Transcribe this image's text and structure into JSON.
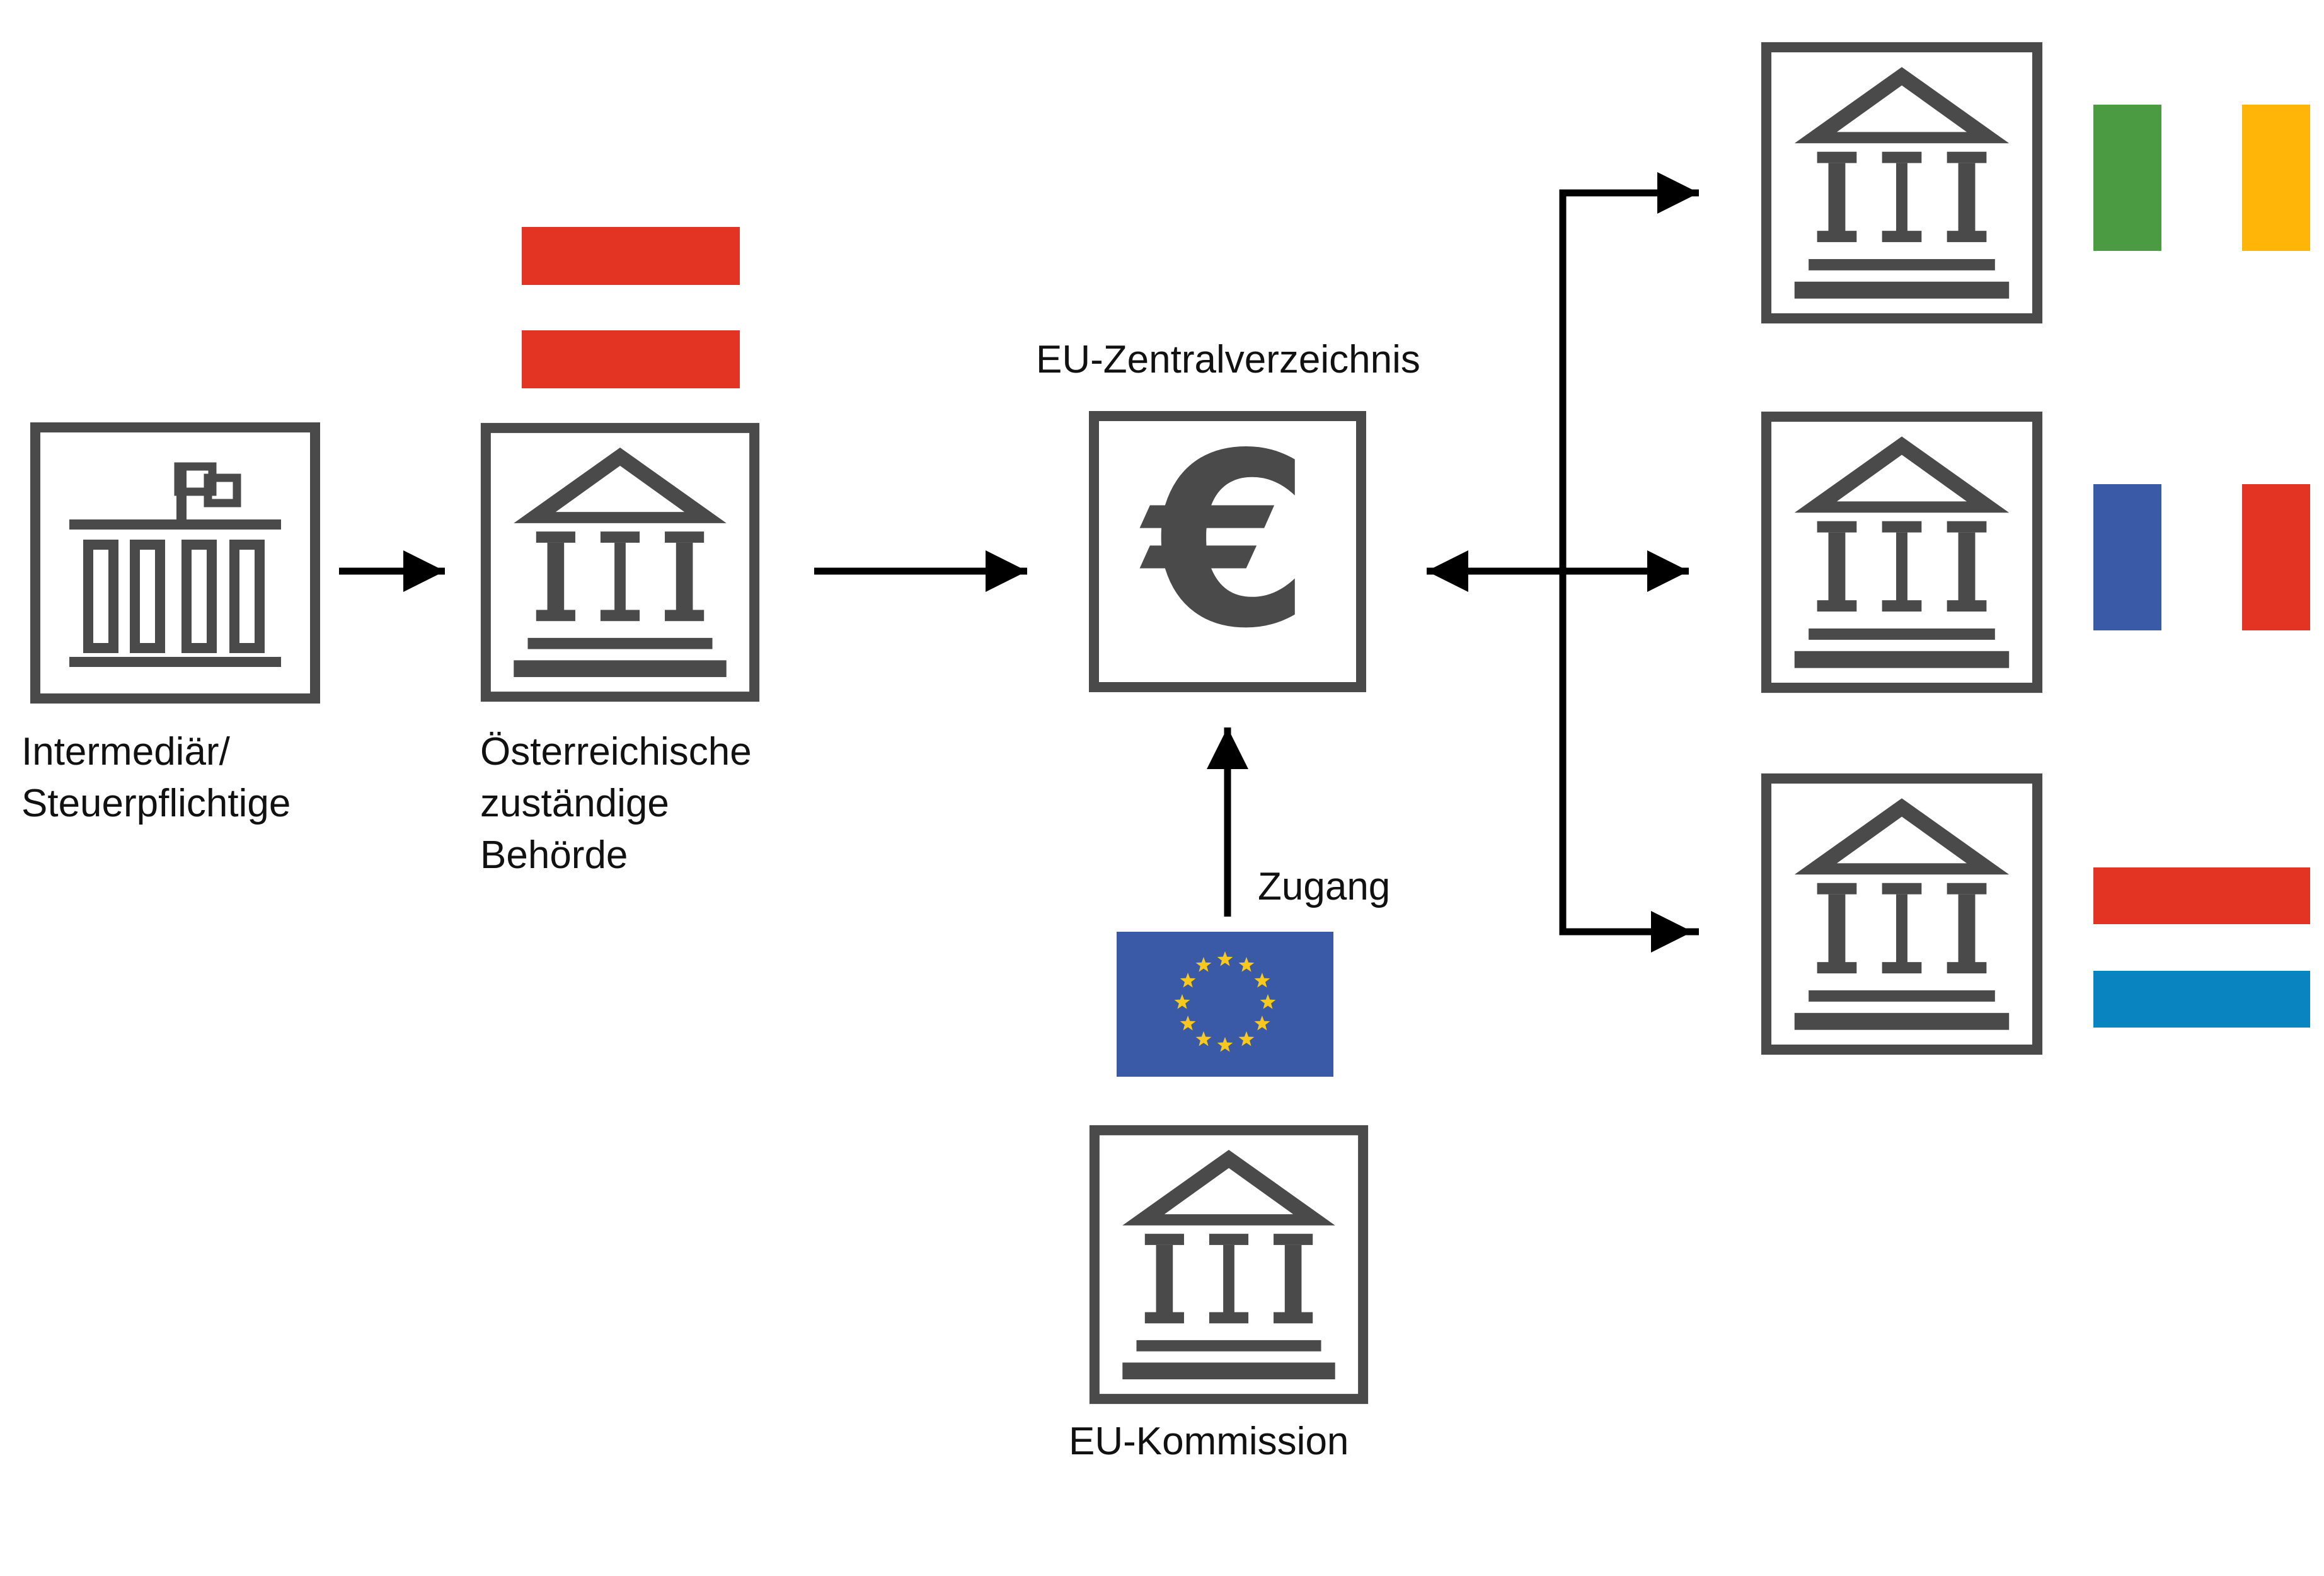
{
  "labels": {
    "intermediary": [
      "Intermediär/",
      "Steuerpflichtige"
    ],
    "austrian_authority": [
      "Österreichische",
      "zuständige",
      "Behörde"
    ],
    "central_registry": "EU-Zentralverzeichnis",
    "access": "Zugang",
    "commission": "EU-Kommission",
    "euro_symbol": "€"
  },
  "nodes": [
    {
      "id": "intermediary",
      "icon": "office-building-icon"
    },
    {
      "id": "austrian-authority",
      "icon": "government-building-icon",
      "flag": "austria"
    },
    {
      "id": "eu-central-registry",
      "icon": "euro-icon"
    },
    {
      "id": "eu-commission",
      "icon": "government-building-icon",
      "flag": "european-union"
    },
    {
      "id": "member-state-authority-1",
      "icon": "government-building-icon",
      "flag": "green-white-yellow"
    },
    {
      "id": "member-state-authority-2",
      "icon": "government-building-icon",
      "flag": "france"
    },
    {
      "id": "member-state-authority-3",
      "icon": "government-building-icon",
      "flag": "netherlands"
    }
  ],
  "edges": [
    {
      "from": "intermediary",
      "to": "austrian-authority"
    },
    {
      "from": "austrian-authority",
      "to": "eu-central-registry"
    },
    {
      "from": "eu-commission",
      "to": "eu-central-registry",
      "label": "Zugang"
    },
    {
      "from": "eu-central-registry",
      "to": "member-state-authority-1",
      "bidirectional": true
    },
    {
      "from": "eu-central-registry",
      "to": "member-state-authority-2",
      "bidirectional": true
    },
    {
      "from": "eu-central-registry",
      "to": "member-state-authority-3",
      "bidirectional": true
    }
  ],
  "colors": {
    "icon": "#4a4a4a",
    "arrow": "#000000",
    "flag_red": "#e23323",
    "flag_green": "#4b9b42",
    "flag_yellow": "#ffb508",
    "flag_blue": "#3a5aa8",
    "flag_netherlands_blue": "#0a83c1",
    "eu_blue": "#3a5aa8",
    "eu_star": "#f8c81c"
  }
}
